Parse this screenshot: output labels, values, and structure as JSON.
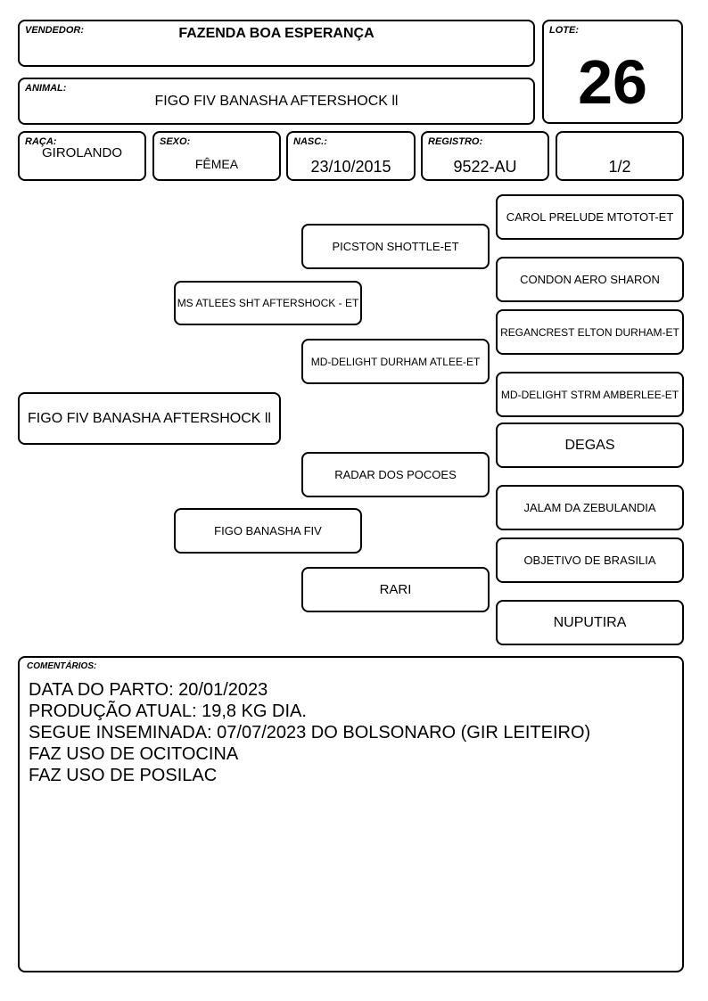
{
  "header": {
    "vendedor_label": "VENDEDOR:",
    "vendedor": "FAZENDA BOA ESPERANÇA",
    "lote_label": "LOTE:",
    "lote": "26",
    "animal_label": "ANIMAL:",
    "animal": "FIGO FIV BANASHA AFTERSHOCK ll"
  },
  "info": {
    "raca_label": "RAÇA:",
    "raca": "GIROLANDO",
    "sexo_label": "SEXO:",
    "sexo": "FÊMEA",
    "nasc_label": "NASC.:",
    "nasc": "23/10/2015",
    "registro_label": "REGISTRO:",
    "registro": "9522-AU",
    "grau": "1/2"
  },
  "pedigree": {
    "animal": "FIGO FIV BANASHA AFTERSHOCK ll",
    "sire": "MS ATLEES SHT AFTERSHOCK - ET",
    "dam": "FIGO BANASHA FIV",
    "sire_sire": "PICSTON SHOTTLE-ET",
    "sire_dam": "MD-DELIGHT DURHAM ATLEE-ET",
    "dam_sire": "RADAR DOS POCOES",
    "dam_dam": "RARI",
    "sss": "CAROL PRELUDE MTOTOT-ET",
    "ssd": "CONDON AERO SHARON",
    "sds": "REGANCREST ELTON DURHAM-ET",
    "sdd": "MD-DELIGHT STRM AMBERLEE-ET",
    "dss": "DEGAS",
    "dsd": "JALAM DA ZEBULANDIA",
    "dds": "OBJETIVO DE BRASILIA",
    "ddd": "NUPUTIRA"
  },
  "comments": {
    "label": "COMENTÁRIOS:",
    "lines": [
      "DATA DO PARTO: 20/01/2023",
      "PRODUÇÃO ATUAL: 19,8 KG DIA.",
      "SEGUE INSEMINADA: 07/07/2023 DO BOLSONARO (GIR LEITEIRO)",
      "FAZ USO DE OCITOCINA",
      "FAZ USO DE POSILAC"
    ]
  }
}
